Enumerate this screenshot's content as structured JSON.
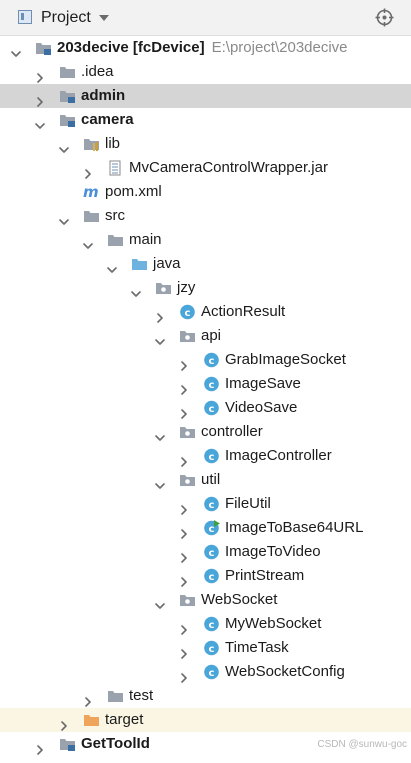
{
  "panel": {
    "title": "Project",
    "locate_icon": "crosshair-icon"
  },
  "tree": [
    {
      "depth": 0,
      "chevron": "down",
      "icon": "module-folder-icon",
      "label": "203decive",
      "suffix": "[fcDevice]",
      "path": "E:\\project\\203decive",
      "bold": true
    },
    {
      "depth": 1,
      "chevron": "right",
      "icon": "folder-icon",
      "label": ".idea"
    },
    {
      "depth": 1,
      "chevron": "right",
      "icon": "module-folder-icon",
      "label": "admin",
      "bold": true,
      "selected": true
    },
    {
      "depth": 1,
      "chevron": "down",
      "icon": "module-folder-icon",
      "label": "camera",
      "bold": true
    },
    {
      "depth": 2,
      "chevron": "down",
      "icon": "library-folder-icon",
      "label": "lib"
    },
    {
      "depth": 3,
      "chevron": "right",
      "icon": "jar-icon",
      "label": "MvCameraControlWrapper.jar"
    },
    {
      "depth": 2,
      "chevron": "none",
      "icon": "maven-icon",
      "label": "pom.xml"
    },
    {
      "depth": 2,
      "chevron": "down",
      "icon": "folder-icon",
      "label": "src"
    },
    {
      "depth": 3,
      "chevron": "down",
      "icon": "folder-icon",
      "label": "main"
    },
    {
      "depth": 4,
      "chevron": "down",
      "icon": "source-folder-icon",
      "label": "java"
    },
    {
      "depth": 5,
      "chevron": "down",
      "icon": "package-icon",
      "label": "jzy"
    },
    {
      "depth": 6,
      "chevron": "right",
      "icon": "class-icon",
      "label": "ActionResult"
    },
    {
      "depth": 6,
      "chevron": "down",
      "icon": "package-icon",
      "label": "api"
    },
    {
      "depth": 7,
      "chevron": "right",
      "icon": "class-icon",
      "label": "GrabImageSocket"
    },
    {
      "depth": 7,
      "chevron": "right",
      "icon": "class-icon",
      "label": "ImageSave"
    },
    {
      "depth": 7,
      "chevron": "right",
      "icon": "class-icon",
      "label": "VideoSave"
    },
    {
      "depth": 6,
      "chevron": "down",
      "icon": "package-icon",
      "label": "controller"
    },
    {
      "depth": 7,
      "chevron": "right",
      "icon": "class-icon",
      "label": "ImageController"
    },
    {
      "depth": 6,
      "chevron": "down",
      "icon": "package-icon",
      "label": "util"
    },
    {
      "depth": 7,
      "chevron": "right",
      "icon": "class-icon",
      "label": "FileUtil"
    },
    {
      "depth": 7,
      "chevron": "right",
      "icon": "runnable-class-icon",
      "label": "ImageToBase64URL"
    },
    {
      "depth": 7,
      "chevron": "right",
      "icon": "class-icon",
      "label": "ImageToVideo"
    },
    {
      "depth": 7,
      "chevron": "right",
      "icon": "class-icon",
      "label": "PrintStream"
    },
    {
      "depth": 6,
      "chevron": "down",
      "icon": "package-icon",
      "label": "WebSocket"
    },
    {
      "depth": 7,
      "chevron": "right",
      "icon": "class-icon",
      "label": "MyWebSocket"
    },
    {
      "depth": 7,
      "chevron": "right",
      "icon": "class-icon",
      "label": "TimeTask"
    },
    {
      "depth": 7,
      "chevron": "right",
      "icon": "class-icon",
      "label": "WebSocketConfig"
    },
    {
      "depth": 3,
      "chevron": "right",
      "icon": "folder-icon",
      "label": "test"
    },
    {
      "depth": 2,
      "chevron": "right",
      "icon": "excluded-folder-icon",
      "label": "target",
      "excluded": true
    },
    {
      "depth": 1,
      "chevron": "right",
      "icon": "module-folder-icon",
      "label": "GetToolId",
      "bold": true
    }
  ],
  "watermark": "CSDN @sunwu-goc",
  "colors": {
    "selected_row": "#d5d5d5",
    "excluded_row": "#fbf6e3",
    "class_icon": "#4aa6d9",
    "folder": "#9aa3ad",
    "excluded_folder": "#f0a35a",
    "source_folder": "#6eb3e0",
    "path_text": "#8a8a8a"
  }
}
